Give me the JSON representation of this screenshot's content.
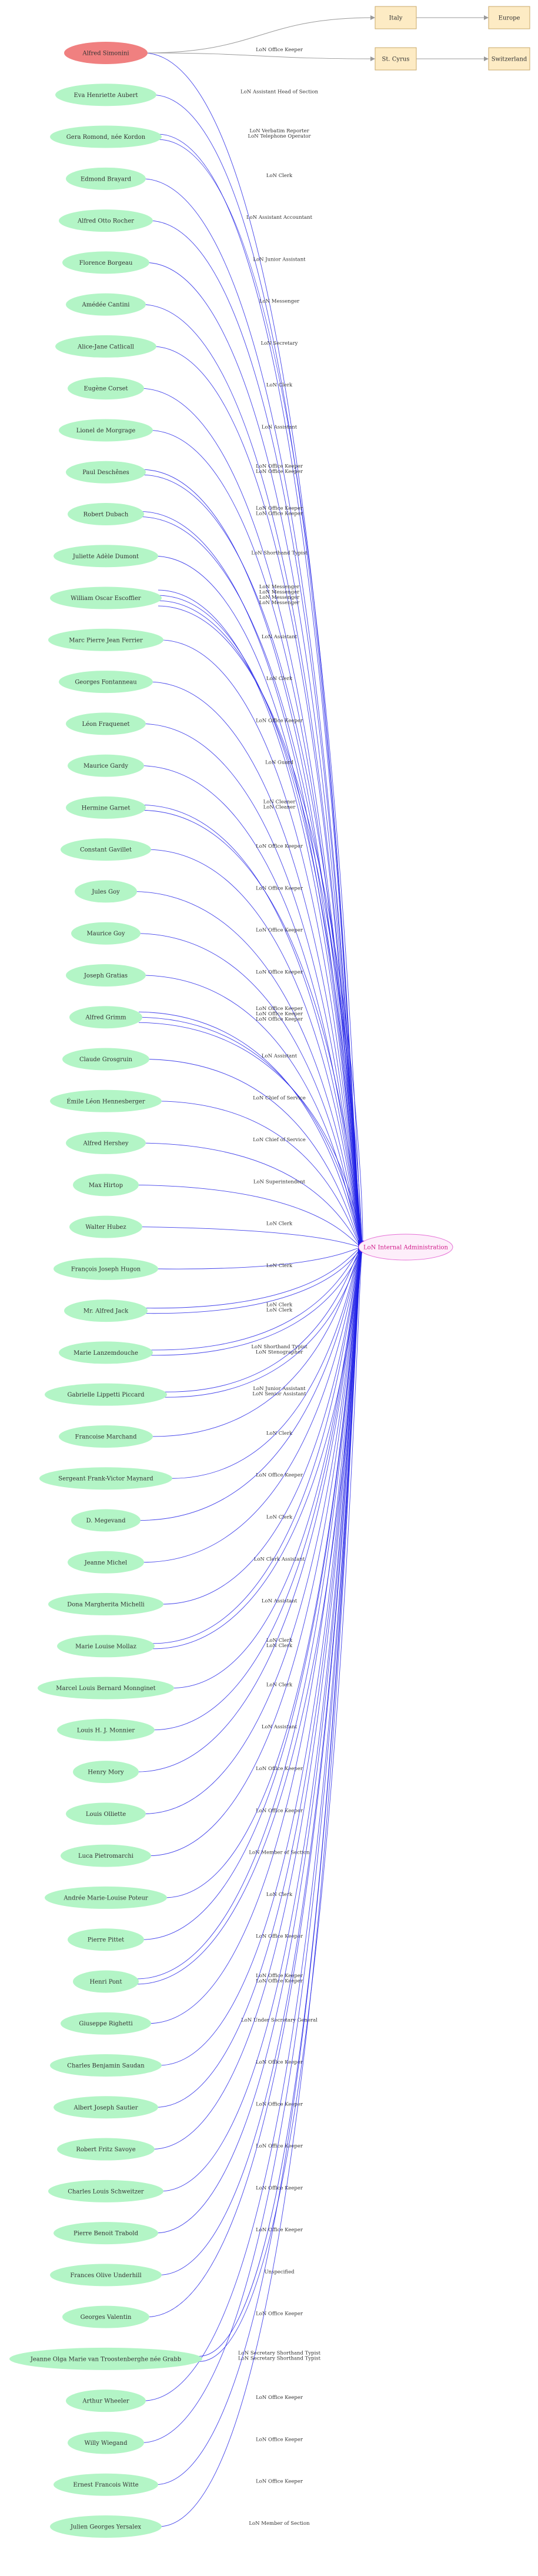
{
  "chart_data": {
    "type": "diagram",
    "colors": {
      "person": "#b3f5c6",
      "origin_person": "#f08080",
      "place": "#fdebc4",
      "place_border": "#c9a86a",
      "hub_fill": "#fdeefa",
      "hub_border": "#e66fd6",
      "hub_text": "#d11b8a",
      "edge": "#1f1fe6",
      "place_edge": "#999999"
    },
    "places": [
      {
        "id": "italy",
        "label": "Italy"
      },
      {
        "id": "europe",
        "label": "Europe"
      },
      {
        "id": "stcyr",
        "label": "St. Cyrus"
      },
      {
        "id": "switzerland",
        "label": "Switzerland"
      }
    ],
    "place_edges": [
      {
        "from": "origin",
        "to": "italy"
      },
      {
        "from": "origin",
        "to": "stcyr"
      },
      {
        "from": "italy",
        "to": "europe"
      },
      {
        "from": "stcyr",
        "to": "switzerland"
      }
    ],
    "hub": {
      "label": "LoN Internal Administration"
    },
    "people": [
      {
        "name": "Alfred Simonini",
        "origin": true,
        "roles": [
          "LoN Office Keeper"
        ]
      },
      {
        "name": "Eva Henriette Aubert",
        "roles": [
          "LoN Assistant Head of Section"
        ]
      },
      {
        "name": "Gera Romond, née Kordon",
        "roles": [
          "LoN Verbatim Reporter",
          "LoN Telephone Operator"
        ]
      },
      {
        "name": "Edmond Brayard",
        "roles": [
          "LoN Clerk"
        ]
      },
      {
        "name": "Alfred Otto Rocher",
        "roles": [
          "LoN Assistant Accountant"
        ]
      },
      {
        "name": "Florence Borgeau",
        "roles": [
          "LoN Junior Assistant"
        ]
      },
      {
        "name": "Amédée Cantini",
        "roles": [
          "LoN Messenger"
        ]
      },
      {
        "name": "Alice-Jane Catlicall",
        "roles": [
          "LoN Secretary"
        ]
      },
      {
        "name": "Eugène Corset",
        "roles": [
          "LoN Clerk"
        ]
      },
      {
        "name": "Lionel de Morgrage",
        "roles": [
          "LoN Assistant"
        ]
      },
      {
        "name": "Paul Deschênes",
        "roles": [
          "LoN Office Keeper",
          "LoN Office Keeper"
        ]
      },
      {
        "name": "Robert Dubach",
        "roles": [
          "LoN Office Keeper",
          "LoN Office Keeper"
        ]
      },
      {
        "name": "Juliette Adèle Dumont",
        "roles": [
          "LoN Shorthand Typist"
        ]
      },
      {
        "name": "William Oscar Escoffier",
        "roles": [
          "LoN Messenger",
          "LoN Messenger",
          "LoN Messenger",
          "LoN Messenger"
        ]
      },
      {
        "name": "Marc Pierre Jean Ferrier",
        "roles": [
          "LoN Assistant"
        ]
      },
      {
        "name": "Georges Fontanneau",
        "roles": [
          "LoN Clerk"
        ]
      },
      {
        "name": "Léon Fraquenet",
        "roles": [
          "LoN Office Keeper"
        ]
      },
      {
        "name": "Maurice Gardy",
        "roles": [
          "LoN Guard"
        ]
      },
      {
        "name": "Hermine Garnet",
        "roles": [
          "LoN Cleaner",
          "LoN Cleaner"
        ]
      },
      {
        "name": "Constant Gavillet",
        "roles": [
          "LoN Office Keeper"
        ]
      },
      {
        "name": "Jules Goy",
        "roles": [
          "LoN Office Keeper"
        ]
      },
      {
        "name": "Maurice Goy",
        "roles": [
          "LoN Office Keeper"
        ]
      },
      {
        "name": "Joseph Gratias",
        "roles": [
          "LoN Office Keeper"
        ]
      },
      {
        "name": "Alfred Grimm",
        "roles": [
          "LoN Office Keeper",
          "LoN Office Keeper",
          "LoN Office Keeper"
        ]
      },
      {
        "name": "Claude Grosgruin",
        "roles": [
          "LoN Assistant"
        ]
      },
      {
        "name": "Émile Léon Hennesberger",
        "roles": [
          "LoN Chief of Service"
        ]
      },
      {
        "name": "Alfred Hershey",
        "roles": [
          "LoN Chief of Service"
        ]
      },
      {
        "name": "Max Hirtop",
        "roles": [
          "LoN Superintendent"
        ]
      },
      {
        "name": "Walter Hubez",
        "roles": [
          "LoN Clerk"
        ]
      },
      {
        "name": "François Joseph Hugon",
        "roles": [
          "LoN Clerk"
        ]
      },
      {
        "name": "Mr. Alfred Jack",
        "roles": [
          "LoN Clerk",
          "LoN Clerk"
        ]
      },
      {
        "name": "Marie Lanzemdouche",
        "roles": [
          "LoN Shorthand Typist",
          "LoN Stenographer"
        ]
      },
      {
        "name": "Gabrielle Lippetti Piccard",
        "roles": [
          "LoN Junior Assistant",
          "LoN Senior Assistant"
        ]
      },
      {
        "name": "Francoise Marchand",
        "roles": [
          "LoN Clerk"
        ]
      },
      {
        "name": "Sergeant Frank-Victor Maynard",
        "roles": [
          "LoN Office Keeper"
        ]
      },
      {
        "name": "D. Megevand",
        "roles": [
          "LoN Clerk"
        ]
      },
      {
        "name": "Jeanne Michel",
        "roles": [
          "LoN Clerk Assistant"
        ]
      },
      {
        "name": "Dona Margherita Michelli",
        "roles": [
          "LoN Assistant"
        ]
      },
      {
        "name": "Marie Louise Mollaz",
        "roles": [
          "LoN Clerk",
          "LoN Clerk"
        ]
      },
      {
        "name": "Marcel Louis Bernard Monnginet",
        "roles": [
          "LoN Clerk"
        ]
      },
      {
        "name": "Louis H. J. Monnier",
        "roles": [
          "LoN Assistant"
        ]
      },
      {
        "name": "Henry Mory",
        "roles": [
          "LoN Office Keeper"
        ]
      },
      {
        "name": "Louis Olliette",
        "roles": [
          "LoN Office Keeper"
        ]
      },
      {
        "name": "Luca Pietromarchi",
        "roles": [
          "LoN Member of Section"
        ]
      },
      {
        "name": "Andrée Marie-Louise Poteur",
        "roles": [
          "LoN Clerk"
        ]
      },
      {
        "name": "Pierre Pittet",
        "roles": [
          "LoN Office Keeper"
        ]
      },
      {
        "name": "Henri Pont",
        "roles": [
          "LoN Office Keeper",
          "LoN Office Keeper"
        ]
      },
      {
        "name": "Giuseppe Righetti",
        "roles": [
          "LoN Under Secretary General"
        ]
      },
      {
        "name": "Charles Benjamin Saudan",
        "roles": [
          "LoN Office Keeper"
        ]
      },
      {
        "name": "Albert Joseph Sautier",
        "roles": [
          "LoN Office Keeper"
        ]
      },
      {
        "name": "Robert Fritz Savoye",
        "roles": [
          "LoN Office Keeper"
        ]
      },
      {
        "name": "Charles Louis Schweitzer",
        "roles": [
          "LoN Office Keeper"
        ]
      },
      {
        "name": "Pierre Benoit Trabold",
        "roles": [
          "LoN Office Keeper"
        ]
      },
      {
        "name": "Frances Olive Underhill",
        "roles": [
          "Unspecified"
        ]
      },
      {
        "name": "Georges Valentin",
        "roles": [
          "LoN Office Keeper"
        ]
      },
      {
        "name": "Jeanne Olga Marie van Troostenberghe née Grabb",
        "roles": [
          "LoN Secretary Shorthand Typist",
          "LoN Secretary Shorthand Typist"
        ]
      },
      {
        "name": "Arthur Wheeler",
        "roles": [
          "LoN Office Keeper"
        ]
      },
      {
        "name": "Willy Wiegand",
        "roles": [
          "LoN Office Keeper"
        ]
      },
      {
        "name": "Ernest Francois Witte",
        "roles": [
          "LoN Office Keeper"
        ]
      },
      {
        "name": "Julien Georges Yersalex",
        "roles": [
          "LoN Member of Section"
        ]
      }
    ]
  }
}
